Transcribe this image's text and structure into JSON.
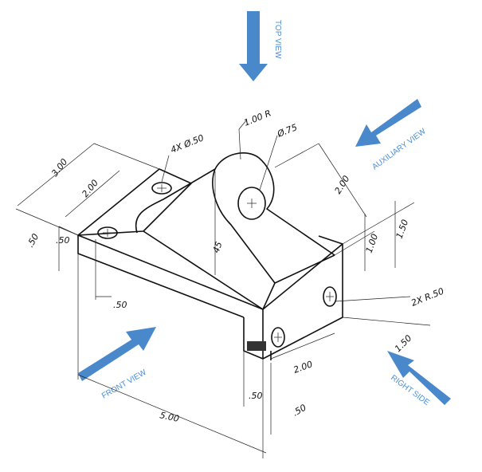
{
  "view_labels": {
    "top": "TOP VIEW",
    "auxiliary": "AUXILIARY VIEW",
    "front": "FRONT VIEW",
    "right": "RIGHT SIDE"
  },
  "dimensions": {
    "overall_depth": "3.00",
    "hole_spacing": "2.00",
    "edge_left": ".50",
    "edge_left_inner": ".50",
    "bottom_inset": ".50",
    "radius_top": "1.00 R",
    "bore_diameter": "Ø.75",
    "holes_callout": "4X Ø.50",
    "angle": "45",
    "lug_height": "2.00",
    "right_inner": "1.00",
    "right_overall": "1.50",
    "fillet_callout": "2X R.50",
    "right_depth": "1.50",
    "right_width": "2.00",
    "lower_right_a": ".50",
    "lower_right_b": ".50",
    "overall_length": "5.00"
  },
  "colors": {
    "arrow": "#4a88cc",
    "label": "#4a8fd6",
    "line": "#111111"
  }
}
